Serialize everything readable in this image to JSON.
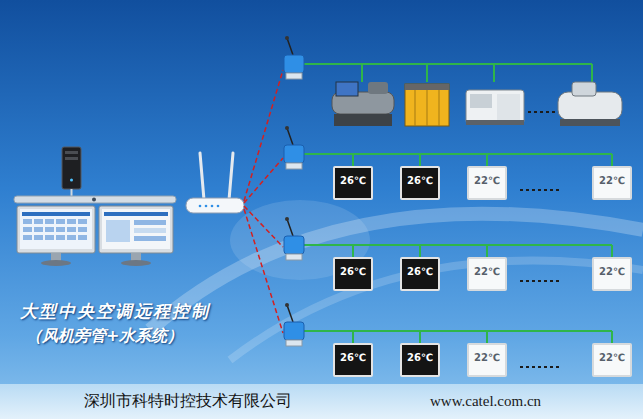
{
  "diagram": {
    "title": "大型中央空调远程控制",
    "nodes": [
      {
        "text": [
          "26℃"
        ]
      },
      {
        "text": [
          "26℃"
        ]
      },
      {
        "text": [
          "22℃"
        ]
      },
      {
        "text": [
          "22℃"
        ]
      },
      {
        "text": [
          "26℃"
        ]
      },
      {
        "text": [
          "26℃"
        ]
      },
      {
        "text": [
          "22℃"
        ]
      },
      {
        "text": [
          "22℃"
        ]
      },
      {
        "text": [
          "26℃"
        ]
      },
      {
        "text": [
          "26℃"
        ]
      },
      {
        "text": [
          "22℃"
        ]
      },
      {
        "text": [
          "22℃"
        ]
      }
    ],
    "labels": [
      "（风机旁管+水系统）",
      "深圳市科特时控技术有限公司",
      "www.catel.com.cn"
    ]
  }
}
